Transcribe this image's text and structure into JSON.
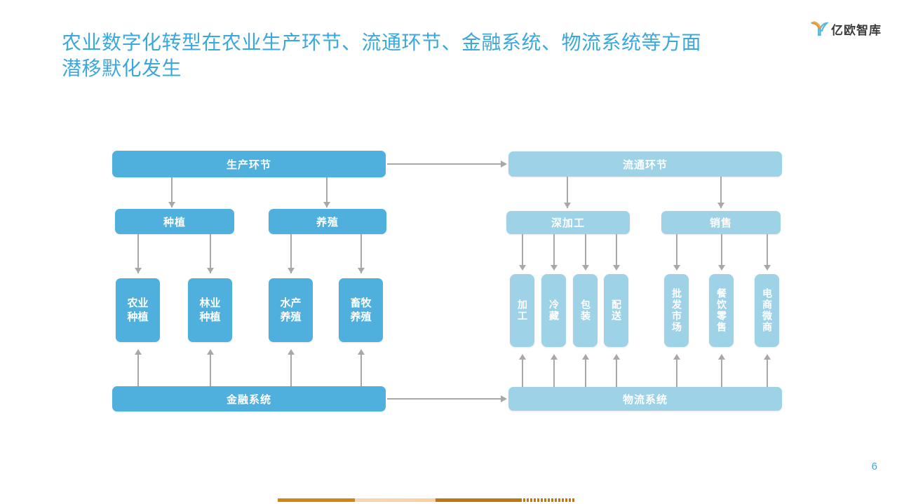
{
  "page": {
    "title": "农业数字化转型在农业生产环节、流通环节、金融系统、物流系统等方面潜移默化发生",
    "page_number": "6",
    "accent_color": "#3ba8dd",
    "box_dark_color": "#4fb0dd",
    "box_light_color": "#9ed2e7",
    "connector_color": "#a8a8a8"
  },
  "logo": {
    "wordmark": "亿欧智库",
    "mark_name": "yiou-y-mark-icon",
    "mark_color_primary": "#e8922a",
    "mark_color_secondary": "#5ab4e0"
  },
  "diagram": {
    "production": {
      "header": "生产环节",
      "groups": [
        {
          "label": "种植",
          "children": [
            "农业\n种植",
            "林业\n种植"
          ],
          "children_lines": [
            [
              "农业",
              "种植"
            ],
            [
              "林业",
              "种植"
            ]
          ]
        },
        {
          "label": "养殖",
          "children": [
            "水产\n养殖",
            "畜牧\n养殖"
          ],
          "children_lines": [
            [
              "水产",
              "养殖"
            ],
            [
              "畜牧",
              "养殖"
            ]
          ]
        }
      ]
    },
    "circulation": {
      "header": "流通环节",
      "groups": [
        {
          "label": "深加工",
          "children": [
            "加工",
            "冷藏",
            "包装",
            "配送"
          ]
        },
        {
          "label": "销售",
          "children": [
            "批发市场",
            "餐饮零售",
            "电商微商"
          ]
        }
      ]
    },
    "finance": {
      "label": "金融系统"
    },
    "logistics": {
      "label": "物流系统"
    }
  }
}
